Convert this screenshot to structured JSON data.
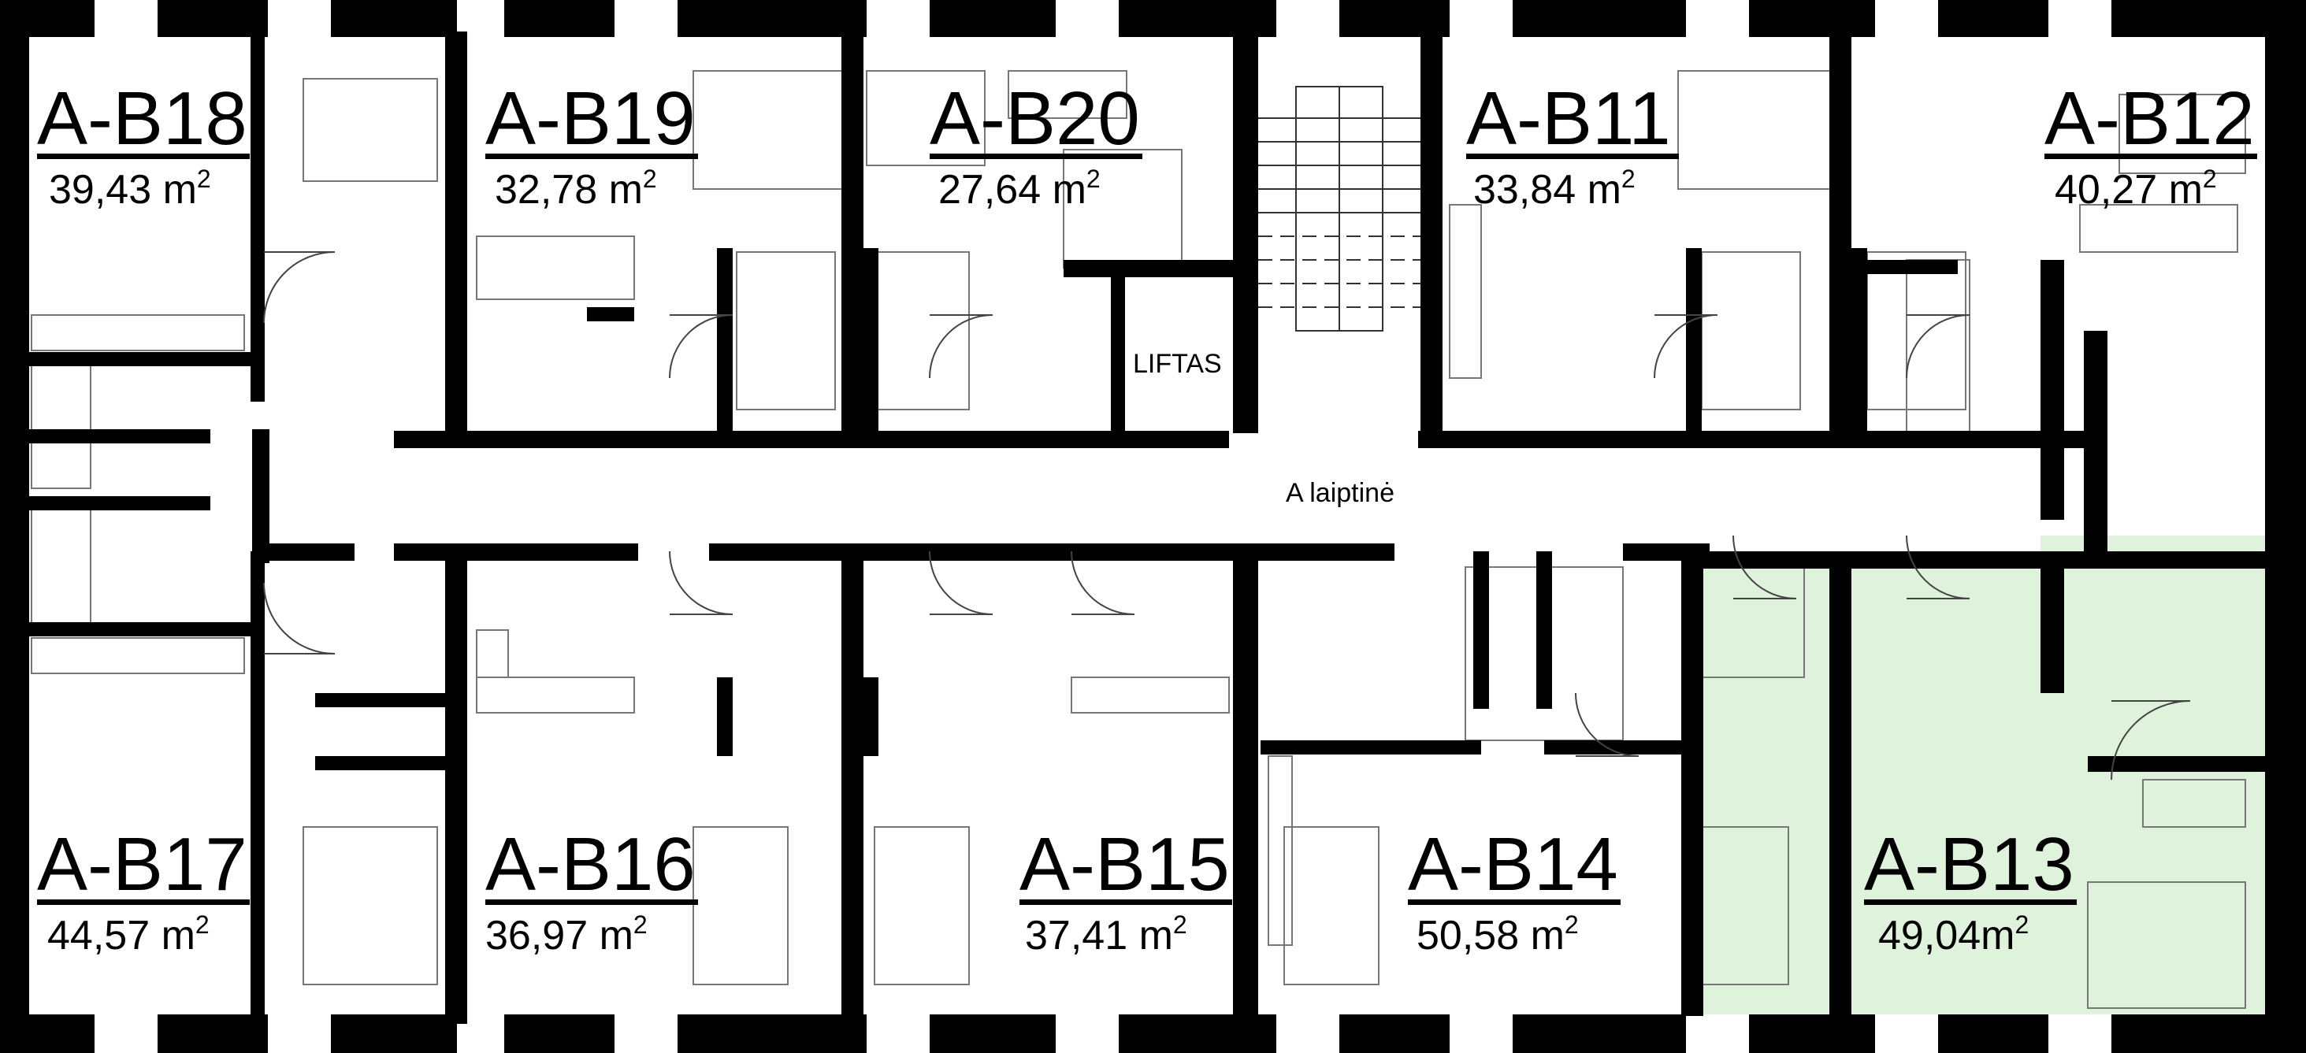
{
  "plan": {
    "corridor_label": "A laiptinė",
    "elevator_label": "LIFTAS",
    "highlight_color": "#dff2dc",
    "highlighted_unit": "A-B13",
    "units_top": [
      {
        "id": "A-B18",
        "area": "39,43 m",
        "sup": "2"
      },
      {
        "id": "A-B19",
        "area": "32,78 m",
        "sup": "2"
      },
      {
        "id": "A-B20",
        "area": "27,64 m",
        "sup": "2"
      },
      {
        "id": "A-B11",
        "area": "33,84 m",
        "sup": "2"
      },
      {
        "id": "A-B12",
        "area": "40,27 m",
        "sup": "2"
      }
    ],
    "units_bottom": [
      {
        "id": "A-B17",
        "area": "44,57 m",
        "sup": "2"
      },
      {
        "id": "A-B16",
        "area": "36,97 m",
        "sup": "2"
      },
      {
        "id": "A-B15",
        "area": "37,41 m",
        "sup": "2"
      },
      {
        "id": "A-B14",
        "area": "50,58 m",
        "sup": "2"
      },
      {
        "id": "A-B13",
        "area": "49,04m",
        "sup": "2"
      }
    ]
  }
}
